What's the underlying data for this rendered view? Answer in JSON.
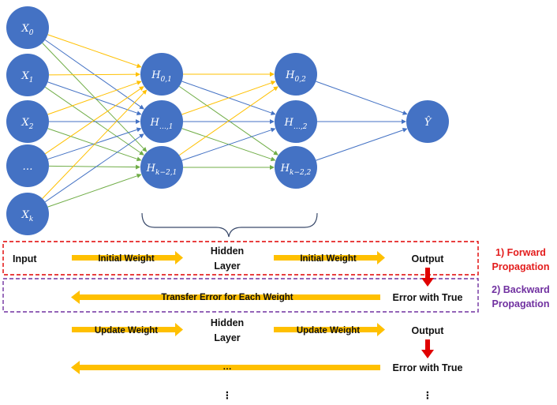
{
  "nodes": {
    "input": [
      {
        "base": "X",
        "sub": "0"
      },
      {
        "base": "X",
        "sub": "1"
      },
      {
        "base": "X",
        "sub": "2"
      },
      {
        "base": "…",
        "sub": ""
      },
      {
        "base": "X",
        "sub": "k"
      }
    ],
    "hidden1": [
      {
        "base": "H",
        "sub": "0,1"
      },
      {
        "base": "H",
        "sub": "…,1"
      },
      {
        "base": "H",
        "sub": "k−2,1"
      }
    ],
    "hidden2": [
      {
        "base": "H",
        "sub": "0,2"
      },
      {
        "base": "H",
        "sub": "…,2"
      },
      {
        "base": "H",
        "sub": "k−2,2"
      }
    ],
    "output": {
      "base": "Ŷ",
      "sub": ""
    }
  },
  "colors": {
    "node": "#4472c4",
    "edge_yellow": "#ffc000",
    "edge_blue": "#4472c4",
    "edge_green": "#70ad47",
    "arrow": "#ffc000",
    "down_arrow": "#e00000",
    "forward_box": "#e00000",
    "backward_box": "#7030a0",
    "brace": "#3a4a6b"
  },
  "rows": {
    "forward": {
      "input": "Input",
      "initial_weight_1": "Initial Weight",
      "hidden_line1": "Hidden",
      "hidden_line2": "Layer",
      "initial_weight_2": "Initial Weight",
      "output": "Output"
    },
    "backward": {
      "transfer": "Transfer Error for Each Weight",
      "error": "Error with True"
    },
    "update": {
      "update_weight_1": "Update Weight",
      "hidden_line1": "Hidden",
      "hidden_line2": "Layer",
      "update_weight_2": "Update Weight",
      "output": "Output"
    },
    "final": {
      "ellipsis": "…",
      "error": "Error with True"
    },
    "continuation_dots": "⋮"
  },
  "labels": {
    "forward_line1": "1) Forward",
    "forward_line2": "Propagation",
    "backward_line1": "2) Backward",
    "backward_line2": "Propagation"
  }
}
